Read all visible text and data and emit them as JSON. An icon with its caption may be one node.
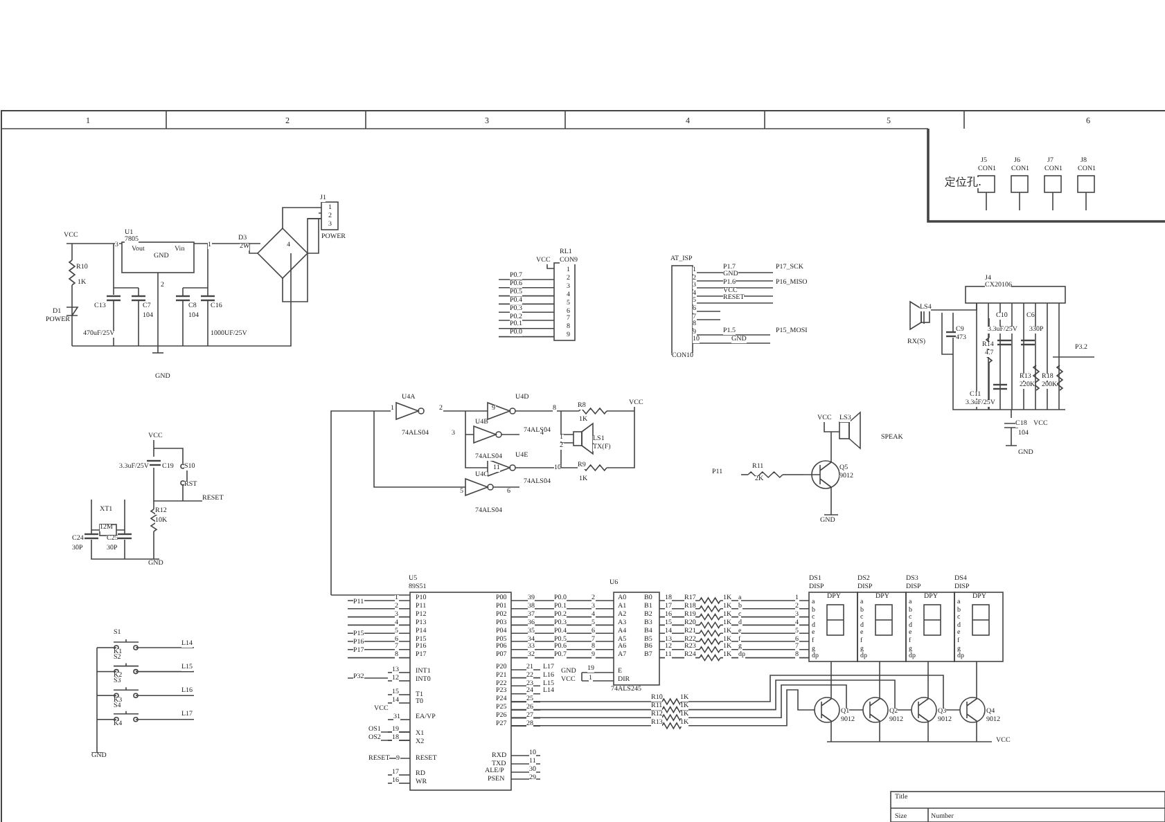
{
  "diagram": {
    "labels": [
      "1",
      "2",
      "3",
      "4",
      "5",
      "6",
      "定位孔.",
      "J5",
      "CON1",
      "J6",
      "CON1",
      "J7",
      "CON1",
      "J8",
      "CON1",
      "U1",
      "7805",
      "J1",
      "VCC",
      "3",
      "Vout",
      "Vin",
      "1",
      "D3",
      "2W",
      "4",
      "POWER",
      "1",
      "2",
      "3",
      "GND",
      "2",
      "R10",
      "1K",
      "D1",
      "POWER",
      "C13",
      "C7",
      "C8",
      "C16",
      "104",
      "104",
      "470uF/25V",
      "1000UF/25V",
      "GND",
      "RL1",
      "VCC",
      "CON9",
      "1",
      "2",
      "3",
      "4",
      "5",
      "6",
      "7",
      "8",
      "9",
      "P0.7",
      "P0.6",
      "P0.5",
      "P0.4",
      "P0.3",
      "P0.2",
      "P0.1",
      "P0.0",
      "AT_ISP",
      "1",
      "2",
      "3",
      "4",
      "5",
      "6",
      "7",
      "8",
      "9",
      "10",
      "CON10",
      "P1.7",
      "GND",
      "P1.6",
      "VCC",
      "RESET",
      "P1.5",
      "GND",
      "P17_SCK",
      "P16_MISO",
      "P15_MOSI",
      "J4",
      "CX20106",
      "LS4",
      "C9",
      "473",
      "RX(S)",
      "C10",
      "C6",
      "3.3uF/25V",
      "330P",
      "R14",
      "4.7",
      "P3.2",
      "R13",
      "220K",
      "R18",
      "200K",
      "C11",
      "3.3uF/25V",
      "C18",
      "VCC",
      "104",
      "GND",
      "VCC",
      "LS3",
      "SPEAK",
      "P11",
      "R11",
      "2K",
      "Q5",
      "9012",
      "GND",
      "U4A",
      "1",
      "2",
      "74ALS04",
      "U4D",
      "9",
      "8",
      "74ALS04",
      "U4B",
      "3",
      "4",
      "74ALS04",
      "R8",
      "1K",
      "VCC",
      "LS1",
      "TX(F)",
      "1",
      "2",
      "U4E",
      "11",
      "10",
      "74ALS04",
      "R9",
      "1K",
      "U4C",
      "5",
      "6",
      "74ALS04",
      "VCC",
      "3.3uF/25V",
      "C19",
      "S10",
      "RST",
      "RESET",
      "XT1",
      "R12",
      "10K",
      "12M",
      "C24",
      "C25",
      "30P",
      "30P",
      "GND",
      "S1",
      "L14",
      "K1",
      "S2",
      "L15",
      "K2",
      "S3",
      "L16",
      "K3",
      "S4",
      "L17",
      "K4",
      "GND",
      "U5",
      "89S51",
      "1",
      "2",
      "3",
      "4",
      "5",
      "6",
      "7",
      "8",
      "P10",
      "P11",
      "P12",
      "P13",
      "P14",
      "P15",
      "P16",
      "P17",
      "P11",
      "P15",
      "P16",
      "P17",
      "13",
      "INT1",
      "12",
      "INT0",
      "P32",
      "15",
      "T1",
      "14",
      "T0",
      "VCC",
      "31",
      "EA/VP",
      "OS1",
      "19",
      "X1",
      "OS2",
      "18",
      "X2",
      "RESET",
      "9",
      "RESET",
      "17",
      "RD",
      "16",
      "WR",
      "P00",
      "P01",
      "P02",
      "P03",
      "P04",
      "P05",
      "P06",
      "P07",
      "39",
      "38",
      "37",
      "36",
      "35",
      "34",
      "33",
      "32",
      "P0.0",
      "P0.1",
      "P0.2",
      "P0.3",
      "P0.4",
      "P0.5",
      "P0.6",
      "P0.7",
      "P20",
      "P21",
      "P22",
      "P23",
      "P24",
      "P25",
      "P26",
      "P27",
      "21",
      "22",
      "23",
      "24",
      "25",
      "26",
      "27",
      "28",
      "L17",
      "L16",
      "L15",
      "L14",
      "RXD",
      "10",
      "TXD",
      "11",
      "ALE/P",
      "30",
      "PSEN",
      "29",
      "U6",
      "2",
      "3",
      "4",
      "5",
      "6",
      "7",
      "8",
      "9",
      "A0",
      "A1",
      "A2",
      "A3",
      "A4",
      "A5",
      "A6",
      "A7",
      "B0",
      "B1",
      "B2",
      "B3",
      "B4",
      "B5",
      "B6",
      "B7",
      "GND",
      "19",
      "E",
      "VCC",
      "1",
      "DIR",
      "74ALS245",
      "18",
      "17",
      "16",
      "15",
      "14",
      "13",
      "12",
      "11",
      "R17",
      "R18",
      "R19",
      "R20",
      "R21",
      "R22",
      "R23",
      "R24",
      "1K",
      "1K",
      "1K",
      "1K",
      "1K",
      "1K",
      "1K",
      "1K",
      "a",
      "b",
      "c",
      "d",
      "e",
      "f",
      "g",
      "dp",
      "R10",
      "R11",
      "R12",
      "R13",
      "1K",
      "1K",
      "1K",
      "1K",
      "DS1",
      "DISP",
      "DPY",
      "a",
      "b",
      "c",
      "d",
      "e",
      "f",
      "g",
      "dp",
      "DS2",
      "DISP",
      "DPY",
      "a",
      "b",
      "c",
      "d",
      "e",
      "f",
      "g",
      "dp",
      "DS3",
      "DISP",
      "DPY",
      "a",
      "b",
      "c",
      "d",
      "e",
      "f",
      "g",
      "dp",
      "DS4",
      "DISP",
      "DPY",
      "a",
      "b",
      "c",
      "d",
      "e",
      "f",
      "g",
      "dp",
      "1",
      "2",
      "3",
      "4",
      "5",
      "6",
      "7",
      "8",
      "Q1",
      "9012",
      "Q2",
      "9012",
      "Q3",
      "9012",
      "Q4",
      "9012",
      "VCC",
      "Title",
      "Size",
      "Number"
    ]
  }
}
